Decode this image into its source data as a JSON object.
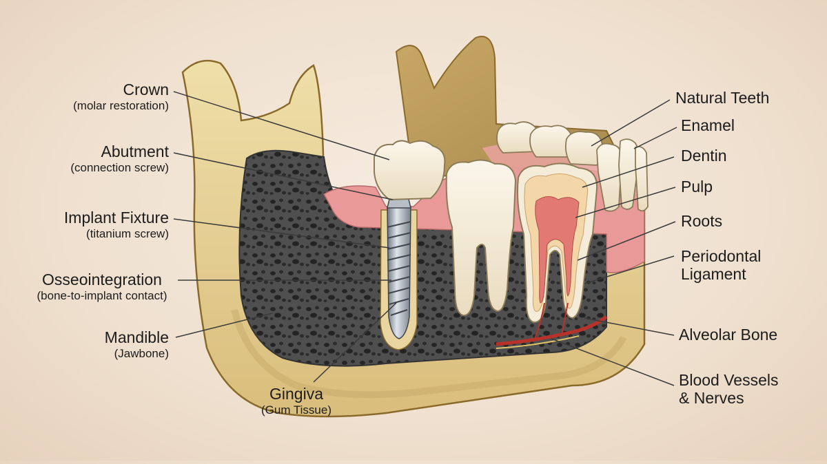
{
  "labels": {
    "crown": {
      "name": "Crown",
      "sub": "(molar restoration)"
    },
    "abutment": {
      "name": "Abutment",
      "sub": "(connection screw)"
    },
    "implant_fixture": {
      "name": "Implant Fixture",
      "sub": "(titanium screw)"
    },
    "osseointegration": {
      "name": "Osseointegration",
      "sub": "(bone-to-implant contact)"
    },
    "mandible": {
      "name": "Mandible",
      "sub": "(Jawbone)"
    },
    "gingiva": {
      "name": "Gingiva",
      "sub": "(Gum Tissue)"
    },
    "natural_teeth": {
      "name": "Natural Teeth"
    },
    "enamel": {
      "name": "Enamel"
    },
    "dentin": {
      "name": "Dentin"
    },
    "pulp": {
      "name": "Pulp"
    },
    "roots": {
      "name": "Roots"
    },
    "periodontal_ligament": {
      "line1": "Periodontal",
      "line2": "Ligament"
    },
    "alveolar_bone": {
      "name": "Alveolar Bone"
    },
    "blood_vessels": {
      "line1": "Blood Vessels",
      "line2": "& Nerves"
    }
  },
  "colors": {
    "bone": "#e8d39a",
    "bone_edge": "#8a6a2a",
    "marrow": "#4a4a4a",
    "gum": "#e99a98",
    "tooth": "#f4ecd8",
    "dentin": "#f3d7a8",
    "pulp": "#e07a72",
    "implant": "#9aa3ad",
    "vessel": "#b8322a"
  }
}
